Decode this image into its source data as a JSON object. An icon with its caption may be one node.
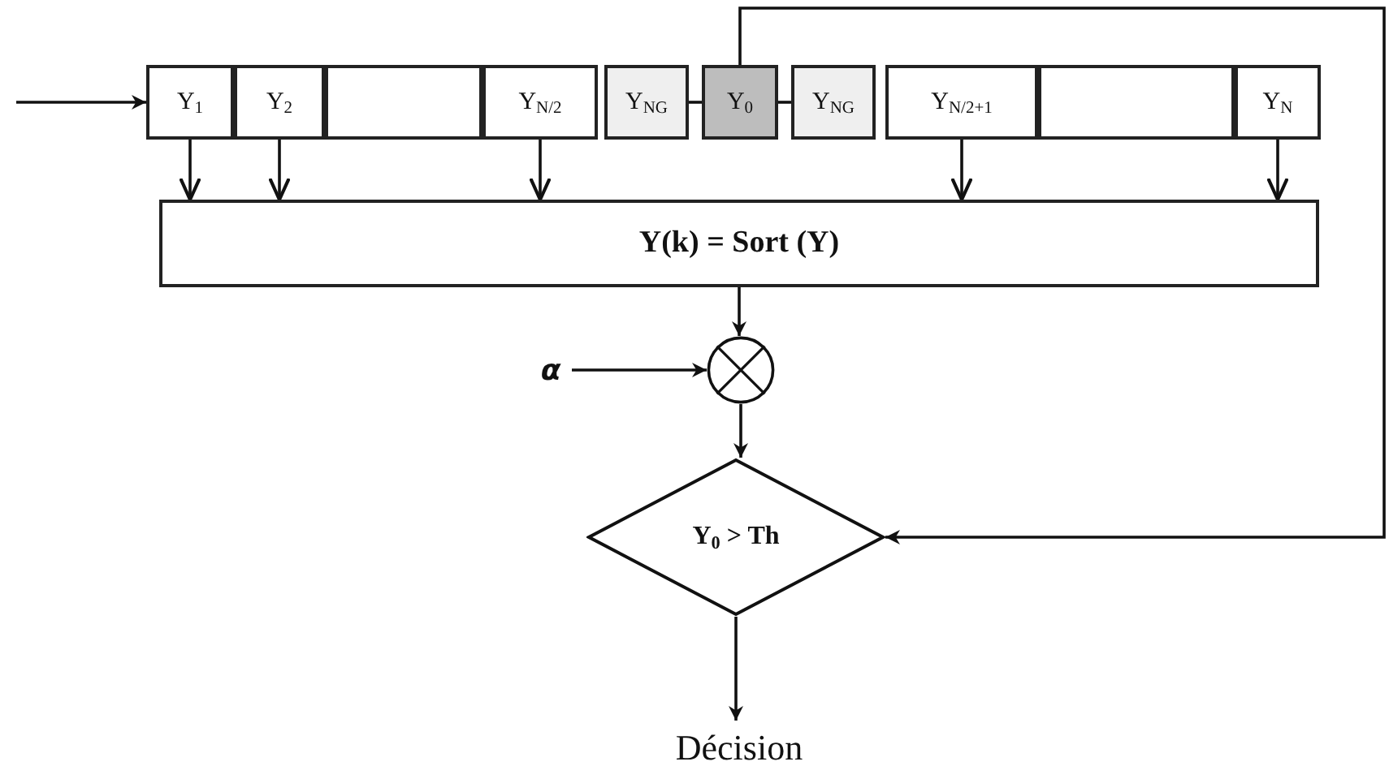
{
  "diagram": {
    "nodes": [
      {
        "text": [
          "Y$_{1}$"
        ]
      },
      {
        "text": [
          "Y$_{2}$"
        ]
      },
      {
        "text": [],
        "shape": "box"
      },
      {
        "text": [
          "Y$_{N/2}$"
        ]
      },
      {
        "text": [
          "Y$_{NG}$"
        ]
      },
      {
        "text": [
          "Y$_{0}$"
        ]
      },
      {
        "text": [
          "Y$_{NG}$"
        ]
      },
      {
        "text": [
          "Y$_{N/2+1}$"
        ]
      },
      {
        "text": [],
        "shape": "box"
      },
      {
        "text": [
          "Y$_{N}$"
        ]
      },
      {
        "text": [
          "Y(k) = Sort (Y)"
        ]
      },
      {
        "text": [],
        "shape": "circle"
      },
      {
        "text": [
          "α"
        ]
      },
      {
        "text": [
          "Y$_{0}$ > Th"
        ]
      },
      {
        "text": [
          "Décision"
        ]
      }
    ],
    "edges": [
      {
        "from": null,
        "to": 0,
        "arrow": "to"
      },
      {
        "from": 0,
        "to": 10,
        "arrow": "to"
      },
      {
        "from": 1,
        "to": 10,
        "arrow": "to"
      },
      {
        "from": 3,
        "to": 10,
        "arrow": "to"
      },
      {
        "from": 7,
        "to": 10,
        "arrow": "to"
      },
      {
        "from": 9,
        "to": 10,
        "arrow": "to"
      },
      {
        "from": 4,
        "to": 5,
        "arrow": "none"
      },
      {
        "from": 5,
        "to": 6,
        "arrow": "none"
      },
      {
        "from": 10,
        "to": 11,
        "arrow": "to"
      },
      {
        "from": 12,
        "to": 11,
        "arrow": "to"
      },
      {
        "from": 11,
        "to": 13,
        "arrow": "to"
      },
      {
        "from": 5,
        "to": 13,
        "arrow": "to"
      },
      {
        "from": 13,
        "to": 14,
        "arrow": "to"
      }
    ]
  }
}
